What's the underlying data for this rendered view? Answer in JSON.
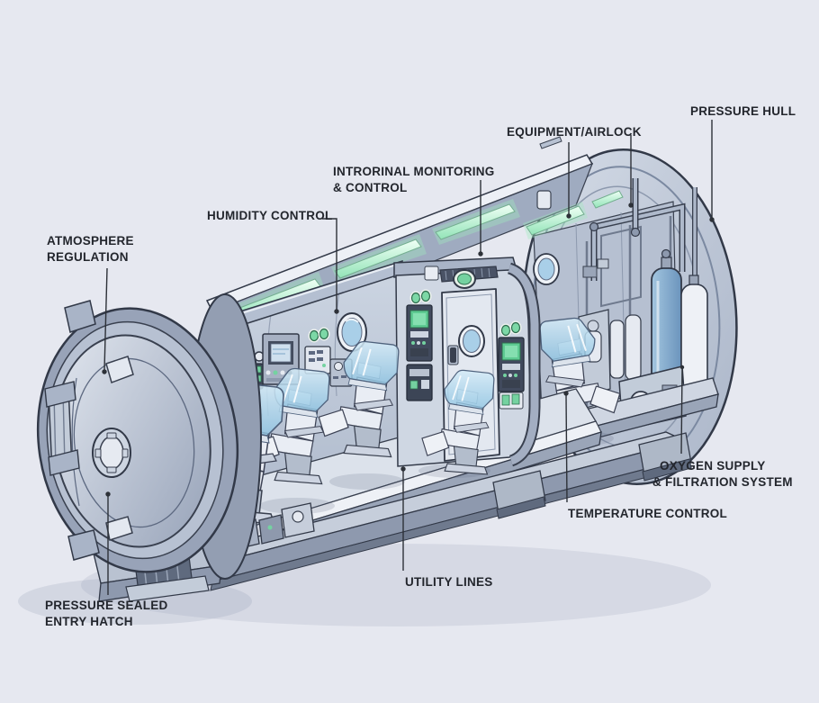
{
  "diagram": {
    "labels": [
      {
        "id": "atmosphere-regulation",
        "lines": [
          "ATMOSPHERE",
          "REGULATION"
        ]
      },
      {
        "id": "humidity-control",
        "lines": [
          "HUMIDITY CONTROL"
        ]
      },
      {
        "id": "internal-monitoring",
        "lines": [
          "INTRORINAL MONITORING",
          "& CONTROL"
        ]
      },
      {
        "id": "equipment-airlock",
        "lines": [
          "EQUIPMENT/AIRLOCK"
        ]
      },
      {
        "id": "pressure-hull",
        "lines": [
          "PRESSURE HULL"
        ]
      },
      {
        "id": "oxygen-supply",
        "lines": [
          "OXYGEN SUPPLY",
          "& FILTRATION SYSTEM"
        ]
      },
      {
        "id": "temperature-control",
        "lines": [
          "TEMPERATURE CONTROL"
        ]
      },
      {
        "id": "utility-lines",
        "lines": [
          "UTILITY LINES"
        ]
      },
      {
        "id": "pressure-sealed-entry-hatch",
        "lines": [
          "PRESSURE SEALED",
          "ENTRY HATCH"
        ]
      }
    ],
    "colors": {
      "background": "#e6e8f0",
      "outline": "#323948",
      "hull_light": "#dfe4ed",
      "hull_mid": "#b7c1d2",
      "hull_dark": "#8e99ae",
      "interior_wall": "#c5cedd",
      "floor": "#dce2eb",
      "glass_blue": "#a9cfe8",
      "glow_green": "#aef0cd",
      "screen_green": "#5ecb92",
      "panel_dark": "#414a5d",
      "tank_blue": "#7fa6ca",
      "tank_white": "#eef1f6",
      "cushion_white": "#e9edf4",
      "label_text": "#23262d",
      "leader_line": "#2d3138"
    }
  }
}
